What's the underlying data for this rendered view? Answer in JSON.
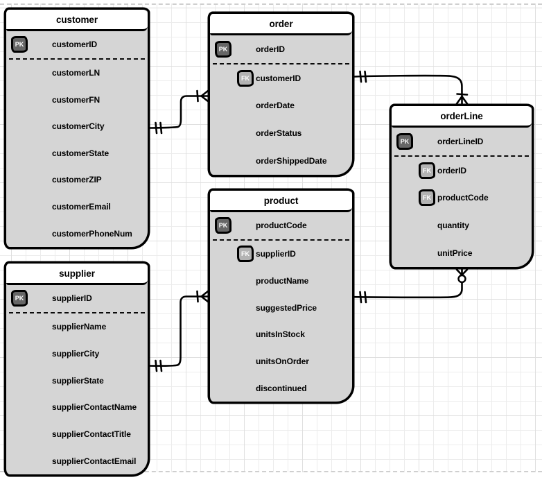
{
  "diagram": {
    "entities": [
      {
        "name": "customer",
        "fields": [
          {
            "key": "pk",
            "label": "customerID"
          },
          {
            "label": "customerLN"
          },
          {
            "label": "customerFN"
          },
          {
            "label": "customerCity"
          },
          {
            "label": "customerState"
          },
          {
            "label": "customerZIP"
          },
          {
            "label": "customerEmail"
          },
          {
            "label": "customerPhoneNum"
          }
        ]
      },
      {
        "name": "order",
        "fields": [
          {
            "key": "pk",
            "label": "orderID"
          },
          {
            "key": "fk",
            "label": "customerID"
          },
          {
            "label": "orderDate"
          },
          {
            "label": "orderStatus"
          },
          {
            "label": "orderShippedDate"
          }
        ]
      },
      {
        "name": "orderLine",
        "fields": [
          {
            "key": "pk",
            "label": "orderLineID"
          },
          {
            "key": "fk",
            "label": "orderID"
          },
          {
            "key": "fk",
            "label": "productCode"
          },
          {
            "label": "quantity"
          },
          {
            "label": "unitPrice"
          }
        ]
      },
      {
        "name": "product",
        "fields": [
          {
            "key": "pk",
            "label": "productCode"
          },
          {
            "key": "fk",
            "label": "supplierID"
          },
          {
            "label": "productName"
          },
          {
            "label": "suggestedPrice"
          },
          {
            "label": "unitsInStock"
          },
          {
            "label": "unitsOnOrder"
          },
          {
            "label": "discontinued"
          }
        ]
      },
      {
        "name": "supplier",
        "fields": [
          {
            "key": "pk",
            "label": "supplierID"
          },
          {
            "label": "supplierName"
          },
          {
            "label": "supplierCity"
          },
          {
            "label": "supplierState"
          },
          {
            "label": "supplierContactName"
          },
          {
            "label": "supplierContactTitle"
          },
          {
            "label": "supplierContactEmail"
          }
        ]
      }
    ],
    "relationships": [
      {
        "from": "customer",
        "to": "order",
        "from_cardinality": "exactly-one",
        "to_cardinality": "one-or-many"
      },
      {
        "from": "order",
        "to": "orderLine",
        "from_cardinality": "exactly-one",
        "to_cardinality": "one-or-many"
      },
      {
        "from": "product",
        "to": "orderLine",
        "from_cardinality": "exactly-one",
        "to_cardinality": "zero-or-many"
      },
      {
        "from": "supplier",
        "to": "product",
        "from_cardinality": "exactly-one",
        "to_cardinality": "one-or-many"
      }
    ]
  },
  "badges": {
    "pk": "PK",
    "fk": "FK"
  },
  "colors": {
    "entity_fill": "#d5d5d5",
    "header_fill": "#ffffff",
    "stroke": "#000000",
    "pk_badge_fill": "#666666",
    "fk_badge_fill": "#b3b3b3",
    "badge_text": "#ffffff",
    "grid_minor": "#ececec",
    "grid_major": "#dfdfdf"
  }
}
